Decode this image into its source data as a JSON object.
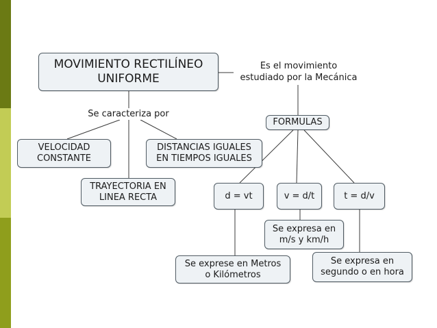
{
  "diagram": {
    "main": [
      "MOVIMIENTO RECTILÍNEO",
      "UNIFORME"
    ],
    "definition": [
      "Es el movimiento",
      "estudiado por la Mecánica"
    ],
    "characterized_by": "Se caracteriza por",
    "velocidad": [
      "VELOCIDAD",
      "CONSTANTE"
    ],
    "distancias": [
      "DISTANCIAS IGUALES",
      "EN TIEMPOS IGUALES"
    ],
    "trayectoria": [
      "TRAYECTORIA EN",
      "LINEA RECTA"
    ],
    "formulas": "FORMULAS",
    "formula_d": "d = vt",
    "formula_v": "v = d/t",
    "formula_t": "t = d/v",
    "unit_distance": [
      "Se exprese en Metros",
      "o Kilómetros"
    ],
    "unit_speed": [
      "Se expresa en",
      "m/s y km/h"
    ],
    "unit_time": [
      "Se expresa en",
      "segundo o en hora"
    ]
  },
  "colors": {
    "node_fill": "#eef2f5",
    "node_border": "#4f5a62",
    "stripe_dark": "#6b7a14",
    "stripe_light": "#c2cc55",
    "stripe_mid": "#8f9e1c"
  }
}
